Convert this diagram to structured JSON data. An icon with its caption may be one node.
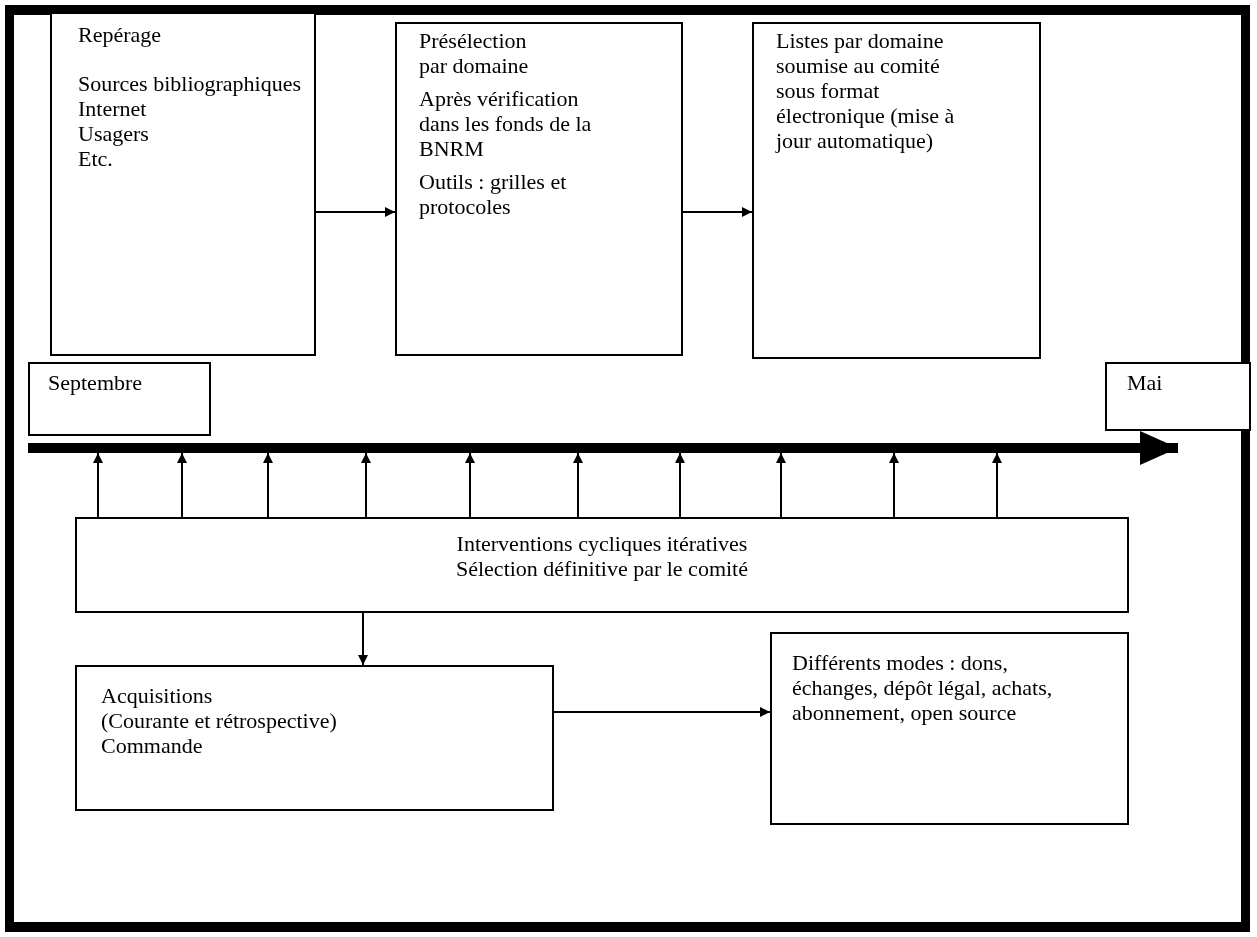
{
  "diagram": {
    "nodes": [
      {
        "text": [
          "Repérage",
          "Sources bibliographiques",
          "Internet",
          "Usagers",
          "Etc."
        ]
      },
      {
        "text": [
          "Présélection par domaine",
          "Après vérification dans les fonds de la BNRM",
          "Outils : grilles et protocoles"
        ]
      },
      {
        "text": [
          "Listes par domaine soumise au comité sous format électronique (mise à jour automatique)"
        ]
      },
      {
        "text": [
          "Septembre"
        ]
      },
      {
        "text": [
          "Mai"
        ]
      },
      {
        "text": [],
        "shape": "bar"
      },
      {
        "text": [
          "Interventions cycliques itératives",
          "Sélection définitive par le comité"
        ]
      },
      {
        "text": [
          "Acquisitions",
          "(Courante et rétrospective)",
          "Commande"
        ]
      },
      {
        "text": [
          "Différents modes : dons, échanges, dépôt légal, achats, abonnement, open source"
        ]
      }
    ],
    "edges": [
      {
        "from": 0,
        "to": 1,
        "arrow": "to"
      },
      {
        "from": 1,
        "to": 2,
        "arrow": "to"
      },
      {
        "from": 6,
        "to": 5,
        "arrow": "to"
      },
      {
        "from": 6,
        "to": 5,
        "arrow": "to"
      },
      {
        "from": 6,
        "to": 5,
        "arrow": "to"
      },
      {
        "from": 6,
        "to": 5,
        "arrow": "to"
      },
      {
        "from": 6,
        "to": 5,
        "arrow": "to"
      },
      {
        "from": 6,
        "to": 5,
        "arrow": "to"
      },
      {
        "from": 6,
        "to": 5,
        "arrow": "to"
      },
      {
        "from": 6,
        "to": 5,
        "arrow": "to"
      },
      {
        "from": 6,
        "to": 5,
        "arrow": "to"
      },
      {
        "from": 6,
        "to": 5,
        "arrow": "to"
      },
      {
        "from": 6,
        "to": 7,
        "arrow": "to"
      },
      {
        "from": 7,
        "to": 8,
        "arrow": "to"
      },
      {
        "from": 3,
        "to": 4,
        "arrow": "to",
        "style": "thick"
      }
    ]
  }
}
